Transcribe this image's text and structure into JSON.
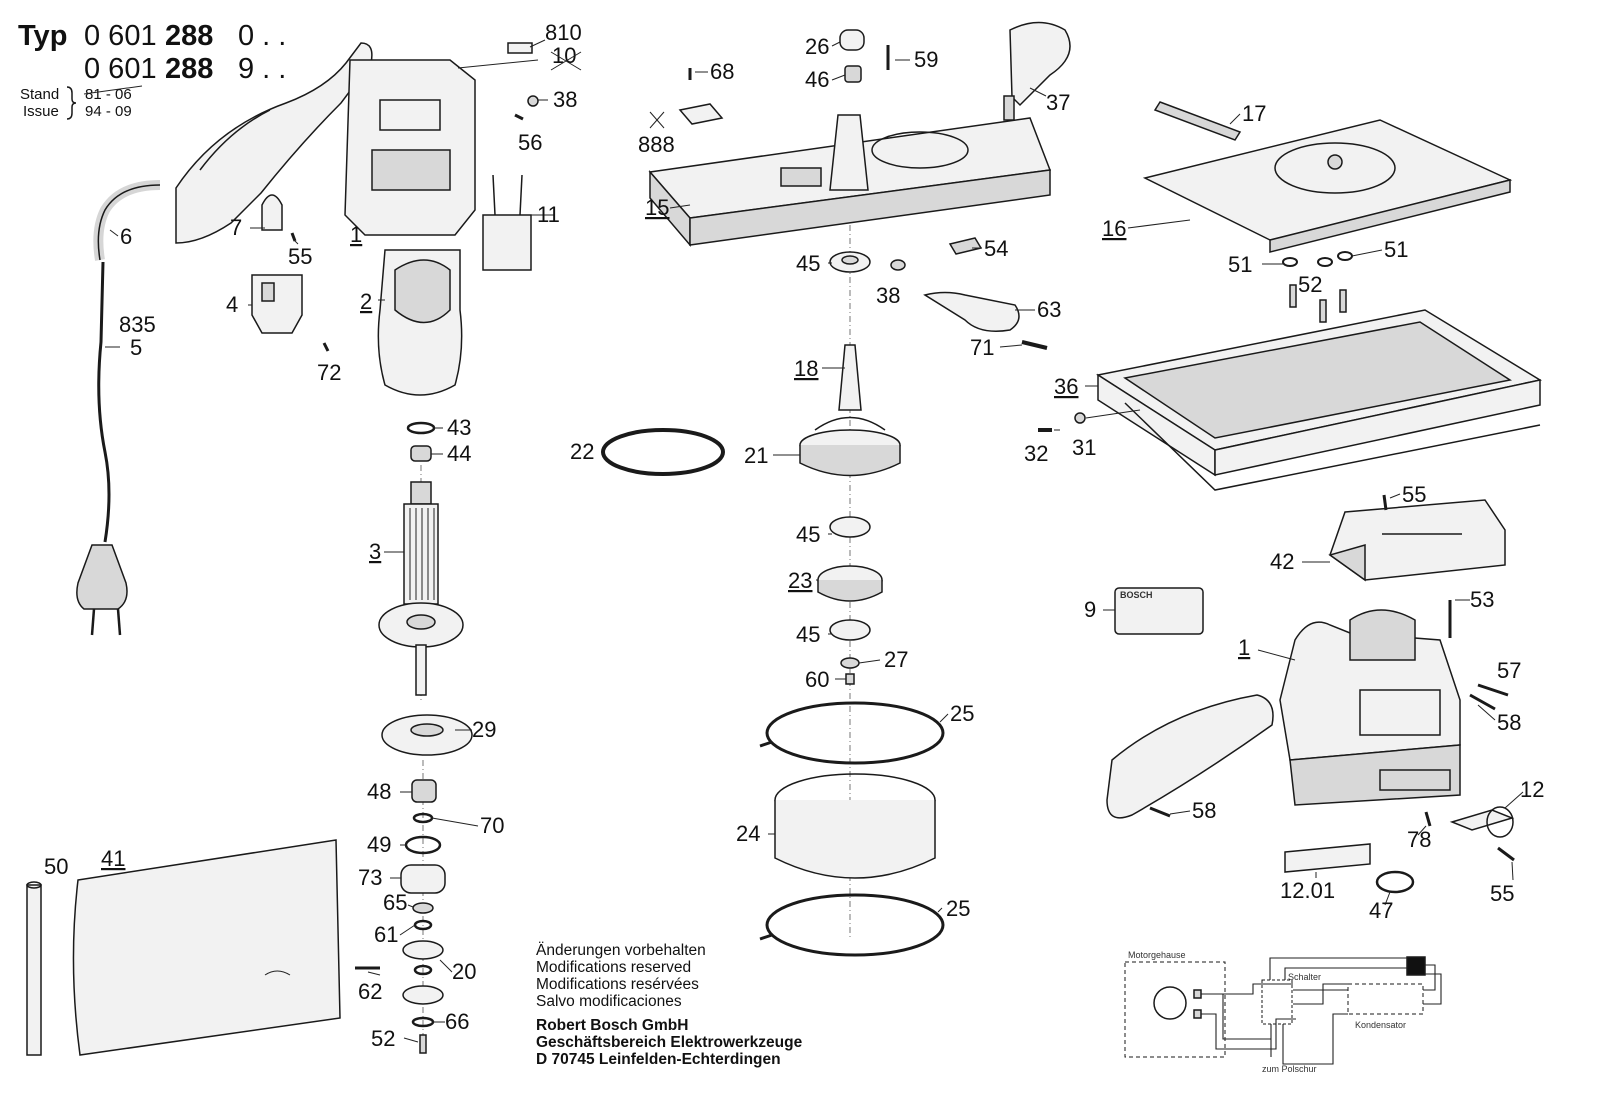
{
  "header": {
    "typ_label": "Typ",
    "type_line_1_prefix": "0 601",
    "type_line_1_bold": "288",
    "type_line_1_suffix": "0 . .",
    "type_line_2_prefix": "0 601",
    "type_line_2_bold": "288",
    "type_line_2_suffix": "9 . .",
    "stand_label": "Stand",
    "stand_value": "81 - 06",
    "issue_label": "Issue",
    "issue_value": "94 - 09"
  },
  "part_labels": [
    "810",
    "10",
    "38",
    "56",
    "11",
    "1",
    "7",
    "55",
    "6",
    "4",
    "72",
    "2",
    "835",
    "5",
    "43",
    "44",
    "3",
    "29",
    "48",
    "70",
    "49",
    "73",
    "65",
    "61",
    "20",
    "62",
    "66",
    "52",
    "50",
    "41",
    "26",
    "59",
    "46",
    "68",
    "888",
    "15",
    "37",
    "54",
    "45",
    "38",
    "63",
    "71",
    "18",
    "22",
    "21",
    "45",
    "23",
    "45",
    "27",
    "60",
    "25",
    "24",
    "25",
    "17",
    "16",
    "51",
    "51",
    "52",
    "36",
    "32",
    "31",
    "55",
    "42",
    "9",
    "53",
    "1",
    "57",
    "58",
    "58",
    "12",
    "78",
    "12.01",
    "47",
    "55"
  ],
  "label_plate_text": "BOSCH",
  "notes": {
    "line1": "Änderungen vorbehalten",
    "line2": "Modifications reserved",
    "line3": "Modifications resérvées",
    "line4": "Salvo modificaciones",
    "company1": "Robert Bosch GmbH",
    "company2": "Geschäftsbereich Elektrowerkzeuge",
    "company3": "D 70745 Leinfelden-Echterdingen"
  },
  "wiring": {
    "motor_housing": "Motorgehause",
    "switch": "Schalter",
    "capacitor": "Kondensator",
    "supply": "zum Polschur"
  }
}
